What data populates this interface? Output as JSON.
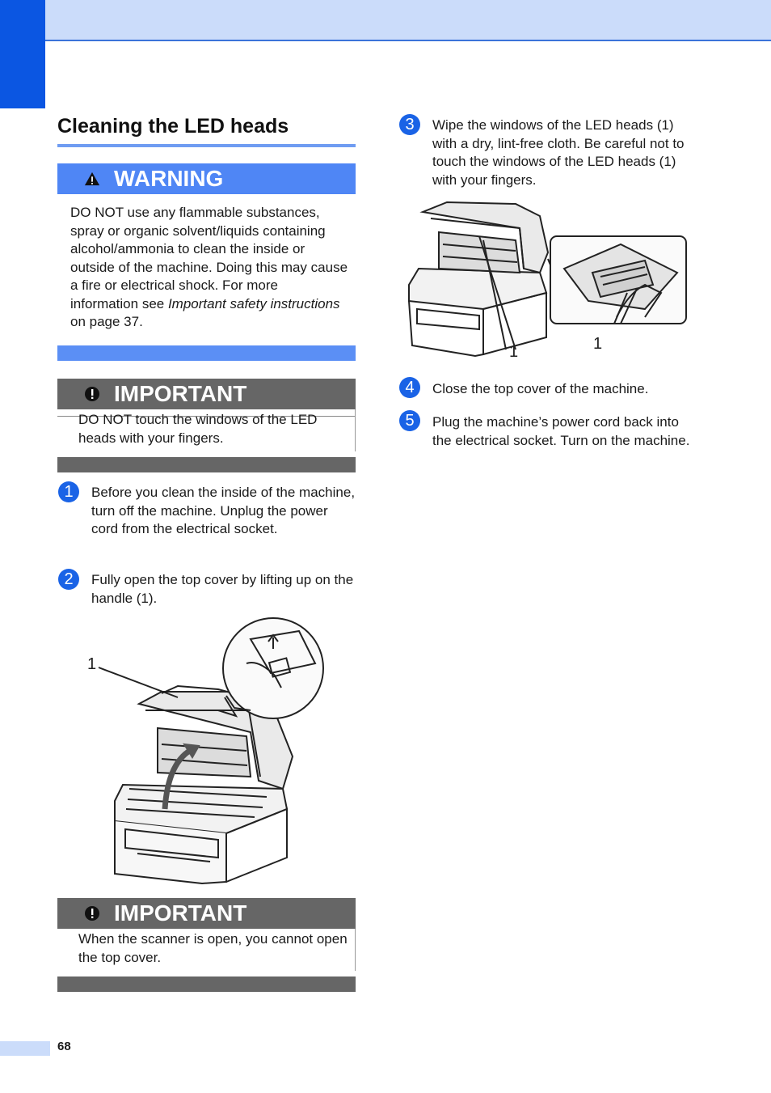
{
  "section": {
    "title": "Cleaning the LED heads"
  },
  "warning": {
    "label": "WARNING",
    "text_before": "DO NOT use any flammable substances, spray or organic solvent/liquids containing alcohol/ammonia to clean the inside or outside of the machine. Doing this may cause a fire or electrical shock. For more information see ",
    "link_text": "Important safety instructions",
    "text_after": " on page 37."
  },
  "important1": {
    "label": "IMPORTANT",
    "text": "DO NOT touch the windows of the LED heads with your fingers."
  },
  "important2": {
    "label": "IMPORTANT",
    "text": "When the scanner is open, you cannot open the top cover."
  },
  "steps": [
    {
      "num": "1",
      "text": "Before you clean the inside of the machine, turn off the machine. Unplug the power cord from the electrical socket."
    },
    {
      "num": "2",
      "text": "Fully open the top cover by lifting up on the handle (1)."
    },
    {
      "num": "3",
      "text": "Wipe the windows of the LED heads (1) with a dry, lint-free cloth. Be careful not to touch the windows of the LED heads (1) with your fingers."
    },
    {
      "num": "4",
      "text": "Close the top cover of the machine."
    },
    {
      "num": "5",
      "text": "Plug the machine’s power cord back into the electrical socket. Turn on the machine."
    }
  ],
  "figure1": {
    "callout": "1"
  },
  "figure2": {
    "callout_left": "1",
    "callout_right": "1"
  },
  "footer": {
    "page_number": "68"
  },
  "icons": {
    "warning": "warning-triangle-icon",
    "important": "exclamation-circle-icon"
  },
  "colors": {
    "accent": "#0b56e2",
    "band": "#cbdcfa",
    "warning": "#4f86f5",
    "important": "#666666"
  }
}
